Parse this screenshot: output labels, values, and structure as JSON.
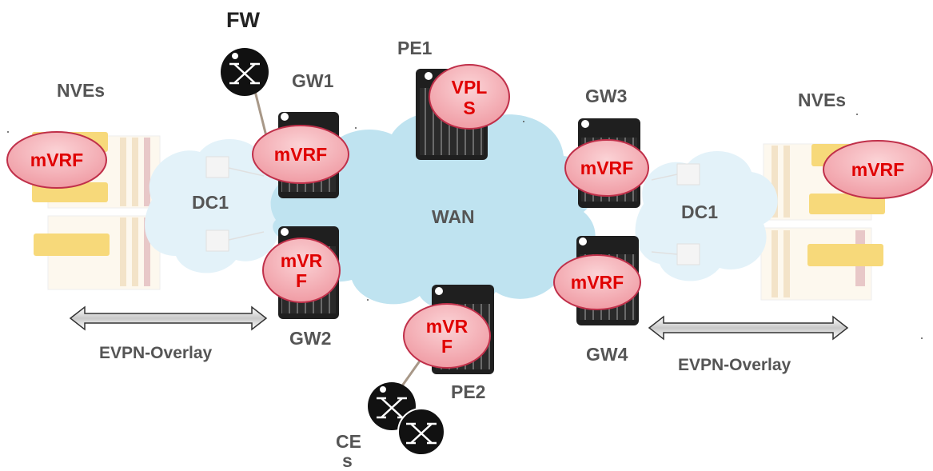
{
  "labels": {
    "fw": "FW",
    "gw1": "GW1",
    "gw2": "GW2",
    "gw3": "GW3",
    "gw4": "GW4",
    "pe1": "PE1",
    "pe2": "PE2",
    "nves_left": "NVEs",
    "nves_right": "NVEs",
    "dc_left": "DC1",
    "dc_right": "DC1",
    "wan": "WAN",
    "evpn_left": "EVPN-Overlay",
    "evpn_right": "EVPN-Overlay",
    "ces_line1": "CE",
    "ces_line2": "s"
  },
  "vrfs": {
    "nve_left": "mVRF",
    "gw1": "mVRF",
    "gw2_line1": "mVR",
    "gw2_line2": "F",
    "pe1_line1": "VPL",
    "pe1_line2": "S",
    "gw3": "mVRF",
    "gw4": "mVRF",
    "pe2_line1": "mVR",
    "pe2_line2": "F",
    "nve_right": "mVRF"
  },
  "colors": {
    "cloud": "#bfe3f0",
    "dc_cloud": "#e3f2f9",
    "router_body": "#1f1f1f",
    "vrf_fill": "#f2aab0",
    "vrf_stroke": "#c0304a",
    "vrf_text": "#e00000",
    "label_text": "#555555",
    "rack_yellow": "#f7d97a",
    "rack_stripe": "#e8c8c8"
  }
}
